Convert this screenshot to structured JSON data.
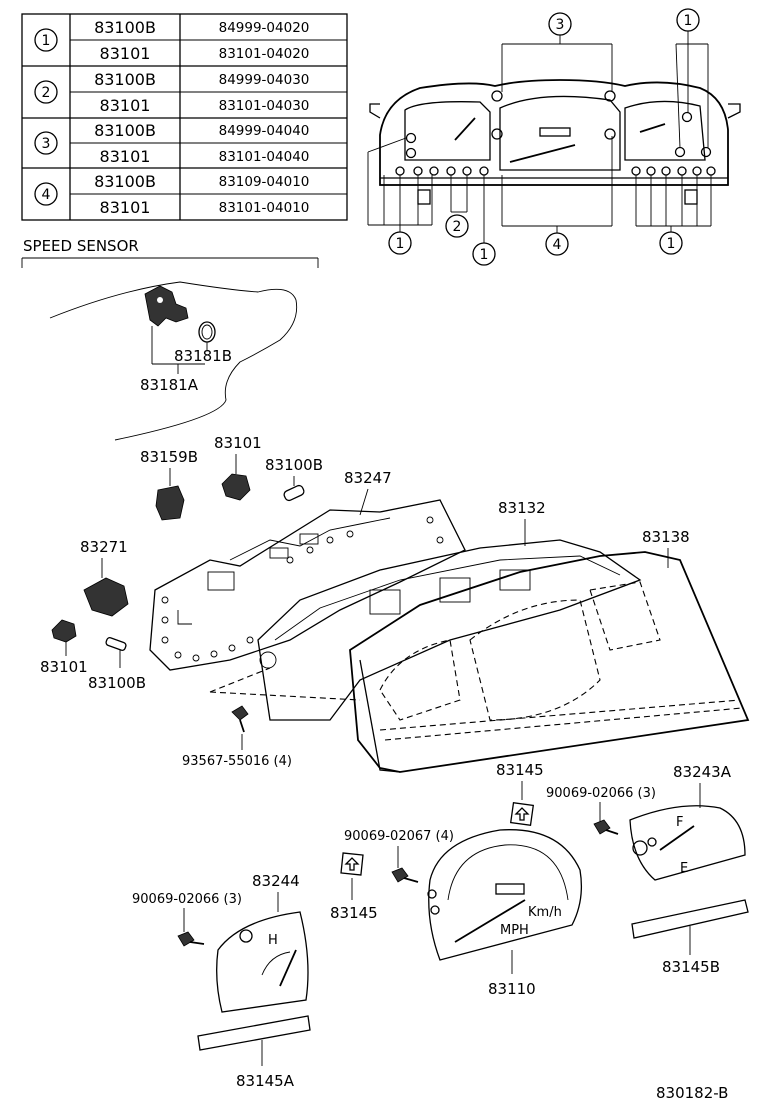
{
  "table": {
    "rows": [
      {
        "group": "1",
        "lines": [
          [
            "83100B",
            "84999-04020"
          ],
          [
            "83101",
            "83101-04020"
          ]
        ]
      },
      {
        "group": "2",
        "lines": [
          [
            "83100B",
            "84999-04030"
          ],
          [
            "83101",
            "83101-04030"
          ]
        ]
      },
      {
        "group": "3",
        "lines": [
          [
            "83100B",
            "84999-04040"
          ],
          [
            "83101",
            "83101-04040"
          ]
        ]
      },
      {
        "group": "4",
        "lines": [
          [
            "83100B",
            "83109-04010"
          ],
          [
            "83101",
            "83101-04010"
          ]
        ]
      }
    ]
  },
  "callouts": {
    "top_3": "3",
    "top_1": "1",
    "bottom_1a": "1",
    "bottom_2": "2",
    "bottom_1b": "1",
    "bottom_4": "4",
    "bottom_1c": "1"
  },
  "section": {
    "speed_sensor": "SPEED SENSOR"
  },
  "labels": {
    "p83181B": "83181B",
    "p83181A": "83181A",
    "p83159B": "83159B",
    "p83101_top": "83101",
    "p83100B_top": "83100B",
    "p83247": "83247",
    "p83132": "83132",
    "p83138": "83138",
    "p83271": "83271",
    "p83101_left": "83101",
    "p83100B_left": "83100B",
    "p93567": "93567-55016 (4)",
    "p83145_top": "83145",
    "p83243A": "83243A",
    "p90069_02066_r": "90069-02066 (3)",
    "p90069_02067": "90069-02067 (4)",
    "p83145_mid": "83145",
    "p83244": "83244",
    "p90069_02066_l": "90069-02066 (3)",
    "p83110": "83110",
    "p83145B": "83145B",
    "p83145A": "83145A",
    "diagram_id": "830182-B"
  },
  "gauge_text": {
    "mph": "MPH",
    "kmh": "Km/h",
    "fuel_f": "F",
    "fuel_e": "E",
    "temp_h": "H"
  }
}
